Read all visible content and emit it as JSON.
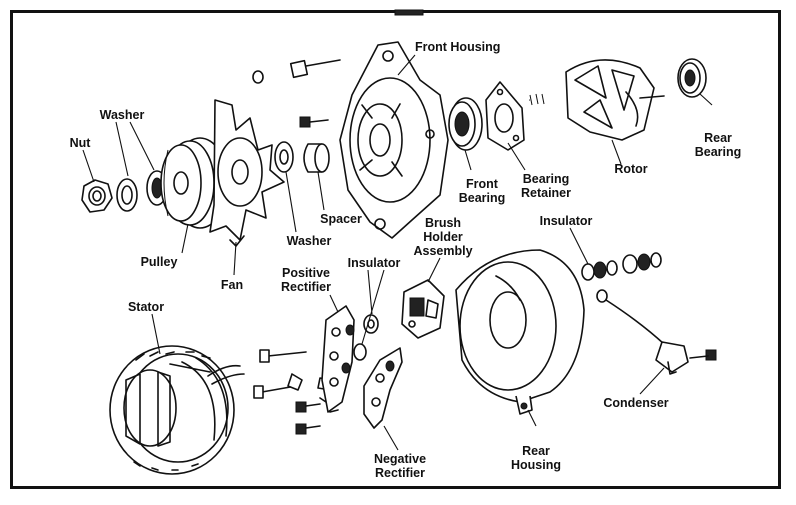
{
  "diagram": {
    "labels": {
      "front_housing": "Front Housing",
      "washer_top": "Washer",
      "nut": "Nut",
      "front_bearing": "Front\nBearing",
      "bearing_retainer": "Bearing\nRetainer",
      "rotor": "Rotor",
      "rear_bearing": "Rear\nBearing",
      "spacer": "Spacer",
      "washer_bottom": "Washer",
      "pulley": "Pulley",
      "fan": "Fan",
      "brush_holder": "Brush\nHolder\nAssembly",
      "insulator_right": "Insulator",
      "positive_rectifier": "Positive\nRectifier",
      "insulator_mid": "Insulator",
      "stator": "Stator",
      "condenser": "Condenser",
      "rear_housing": "Rear\nHousing",
      "negative_rectifier": "Negative\nRectifier"
    }
  }
}
